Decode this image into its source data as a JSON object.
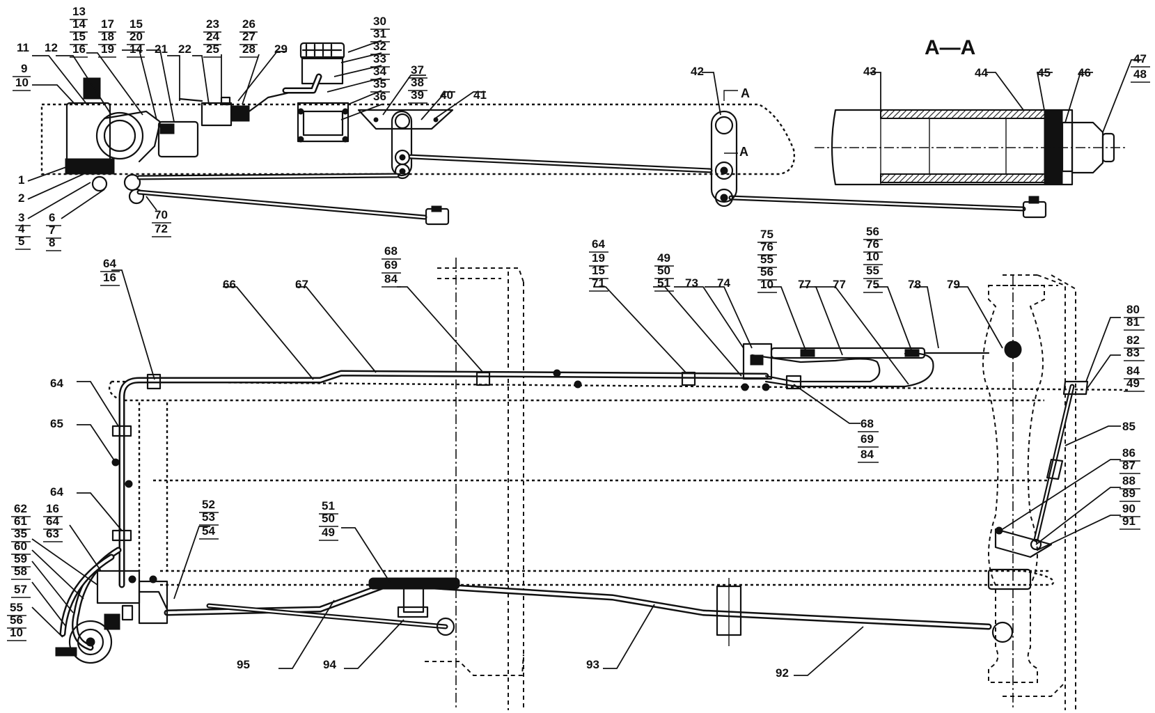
{
  "section": {
    "title": "A—A",
    "cut_letter_top": "A",
    "cut_letter_side": "A"
  },
  "labels": {
    "n1": "1",
    "n2": "2",
    "n3": "3",
    "n4": "4",
    "n5": "5",
    "n6": "6",
    "n7": "7",
    "n8": "8",
    "n9": "9",
    "n10": "10",
    "n11": "11",
    "n12": "12",
    "n13": "13",
    "n14": "14",
    "n15": "15",
    "n16": "16",
    "n17": "17",
    "n18": "18",
    "n19": "19",
    "n20": "20",
    "n21": "21",
    "n22": "22",
    "n23": "23",
    "n24": "24",
    "n25": "25",
    "n26": "26",
    "n27": "27",
    "n28": "28",
    "n29": "29",
    "n30": "30",
    "n31": "31",
    "n32": "32",
    "n33": "33",
    "n34": "34",
    "n35": "35",
    "n36": "36",
    "n37": "37",
    "n38": "38",
    "n39": "39",
    "n40": "40",
    "n41": "41",
    "n42": "42",
    "n43": "43",
    "n44": "44",
    "n45": "45",
    "n46": "46",
    "n47": "47",
    "n48": "48",
    "n49": "49",
    "n50": "50",
    "n51": "51",
    "n52": "52",
    "n53": "53",
    "n54": "54",
    "n55": "55",
    "n56": "56",
    "n57": "57",
    "n58": "58",
    "n59": "59",
    "n60": "60",
    "n61": "61",
    "n62": "62",
    "n63": "63",
    "n64": "64",
    "n65": "65",
    "n66": "66",
    "n67": "67",
    "n68": "68",
    "n69": "69",
    "n70": "70",
    "n71": "71",
    "n72": "72",
    "n73": "73",
    "n74": "74",
    "n75": "75",
    "n76": "76",
    "n77": "77",
    "n78": "78",
    "n79": "79",
    "n80": "80",
    "n81": "81",
    "n82": "82",
    "n83": "83",
    "n84": "84",
    "n85": "85",
    "n86": "86",
    "n87": "87",
    "n88": "88",
    "n89": "89",
    "n90": "90",
    "n91": "91",
    "n92": "92",
    "n93": "93",
    "n94": "94",
    "n95": "95"
  }
}
